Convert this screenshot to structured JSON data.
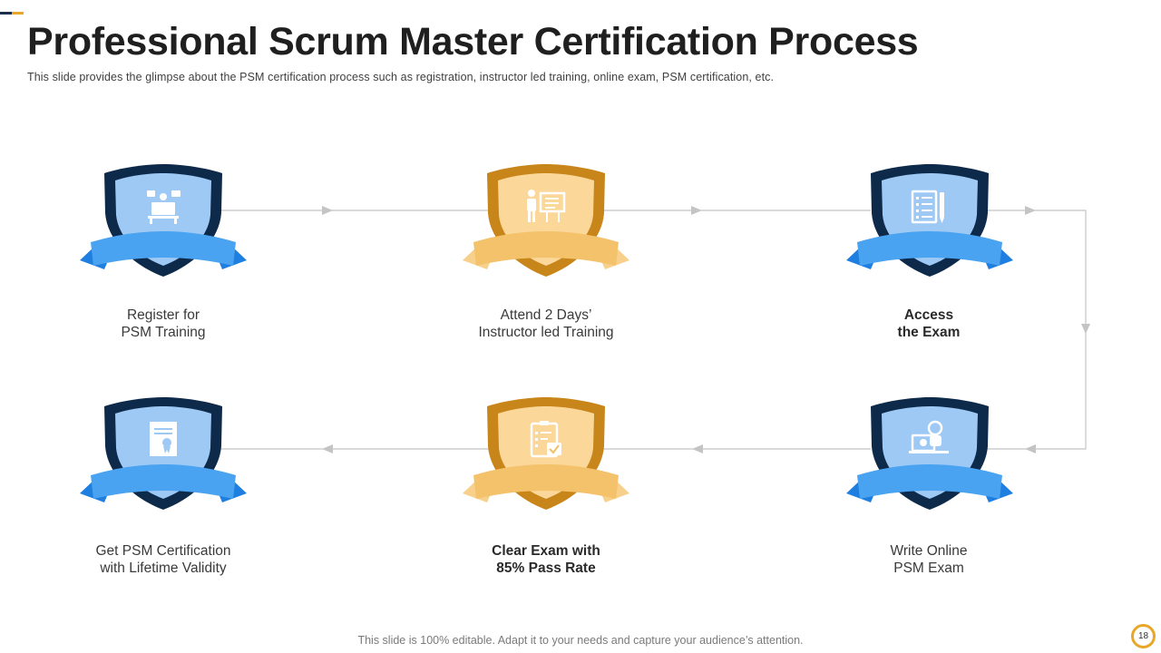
{
  "header": {
    "title": "Professional Scrum Master Certification Process",
    "subtitle": "This slide provides  the glimpse about the PSM certification process such as registration, instructor led training, online exam, PSM certification, etc."
  },
  "colors": {
    "navy": "#0e2a4a",
    "blue_fill": "#9ec9f5",
    "blue_ribbon": "#4aa3f0",
    "gold": "#c8861a",
    "gold_fill": "#fbd79a",
    "gold_ribbon": "#f4c26b",
    "accent": "#e9a72a"
  },
  "steps": [
    {
      "line1": "Register for",
      "line2": "PSM Training",
      "icon": "classroom-icon",
      "theme": "blue",
      "bold": false
    },
    {
      "line1": "Attend 2 Days’",
      "line2": "Instructor  led Training",
      "icon": "instructor-icon",
      "theme": "gold",
      "bold": false
    },
    {
      "line1": "Access",
      "line2": "the Exam",
      "icon": "exam-sheet-icon",
      "theme": "blue",
      "bold": true
    },
    {
      "line1": "Write Online",
      "line2": "PSM Exam",
      "icon": "online-payment-icon",
      "theme": "blue",
      "bold": false
    },
    {
      "line1": "Clear Exam with",
      "line2": "85% Pass Rate",
      "icon": "checklist-icon",
      "theme": "gold",
      "bold": true
    },
    {
      "line1": "Get PSM Certification",
      "line2": "with Lifetime Validity",
      "icon": "certificate-icon",
      "theme": "blue",
      "bold": false
    }
  ],
  "footer": {
    "note": "This slide is 100% editable. Adapt it to your needs and capture your audience’s attention.",
    "page_number": "18"
  }
}
